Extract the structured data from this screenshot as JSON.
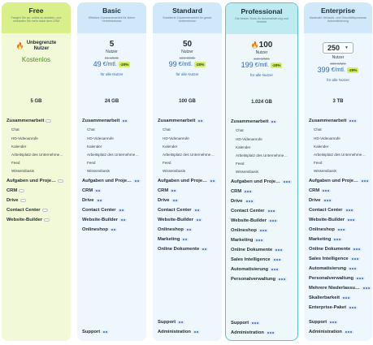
{
  "plans": {
    "free": {
      "title": "Free",
      "description": "Fangen Sie an, online zu arbeiten, und verkaufen Sie mehr dank dem CRM",
      "users_line1": "Unbegrenzte",
      "users_line2": "Nutzer",
      "price_label": "Kostenlos",
      "storage": "5 GB",
      "features": {
        "collaboration": "Zusammenarbeit",
        "chat": "Chat",
        "video": "HD-Videoanrufe",
        "calendar": "Kalender",
        "workspace": "Arbeitsplatz des Unternehme…",
        "feed": "Feed",
        "knowledge": "Wissensbasis",
        "tasks": "Aufgaben und Proje…",
        "crm": "CRM",
        "drive": "Drive",
        "contact_center": "Contact Center",
        "site_builder": "Website-Builder"
      }
    },
    "basic": {
      "title": "Basic",
      "description": "Effektive Zusammenarbeit für kleine Vertriebsteams",
      "users_count": "5",
      "users_label": "Nutzer",
      "old_price": "61 €/Mtl.",
      "price": "49",
      "price_unit": "€/mtl.",
      "discount": "-20%",
      "per_user": "für alle Nutzer",
      "storage": "24 GB",
      "features": {
        "collaboration": "Zusammenarbeit",
        "chat": "Chat",
        "video": "HD-Videoanrufe",
        "calendar": "Kalender",
        "workspace": "Arbeitsplatz des Unternehme…",
        "feed": "Feed",
        "knowledge": "Wissensbasis",
        "tasks": "Aufgaben und Proje…",
        "crm": "CRM",
        "drive": "Drive",
        "contact_center": "Contact Center",
        "site_builder": "Website-Builder",
        "online_shop": "Onlineshop",
        "support": "Support"
      }
    },
    "standard": {
      "title": "Standard",
      "description": "Erweiterte Zusammenarbeit für ganze Unternehmen",
      "users_count": "50",
      "users_label": "Nutzer",
      "old_price": "124 €/Mtl.",
      "price": "99",
      "price_unit": "€/mtl.",
      "discount": "-20%",
      "per_user": "für alle Nutzer",
      "storage": "100 GB",
      "features": {
        "collaboration": "Zusammenarbeit",
        "chat": "Chat",
        "video": "HD-Videoanrufe",
        "calendar": "Kalender",
        "workspace": "Arbeitsplatz des Unternehme…",
        "feed": "Feed",
        "knowledge": "Wissensbasis",
        "tasks": "Aufgaben und Proje…",
        "crm": "CRM",
        "drive": "Drive",
        "contact_center": "Contact Center",
        "site_builder": "Website-Builder",
        "online_shop": "Onlineshop",
        "marketing": "Marketing",
        "documents": "Online Dokumente",
        "support": "Support",
        "administration": "Administration"
      }
    },
    "professional": {
      "title": "Professional",
      "description": "Die besten Tools für Automatisierung und Vertrieb",
      "users_count": "100",
      "users_label": "Nutzer",
      "old_price": "249 €/Mtl.",
      "price": "199",
      "price_unit": "€/mtl.",
      "discount": "-20%",
      "per_user": "für alle Nutzer",
      "storage": "1.024 GB",
      "features": {
        "collaboration": "Zusammenarbeit",
        "chat": "Chat",
        "video": "HD-Videoanrufe",
        "calendar": "Kalender",
        "workspace": "Arbeitsplatz des Unternehme…",
        "feed": "Feed",
        "knowledge": "Wissensbasis",
        "tasks": "Aufgaben und Proje…",
        "crm": "CRM",
        "drive": "Drive",
        "contact_center": "Contact Center",
        "site_builder": "Website-Builder",
        "online_shop": "Onlineshop",
        "marketing": "Marketing",
        "documents": "Online Dokumente",
        "sales_intelligence": "Sales Intelligence",
        "automation": "Automatisierung",
        "hr": "Personalverwaltung",
        "support": "Support",
        "administration": "Administration"
      }
    },
    "enterprise": {
      "title": "Enterprise",
      "description": "Maximale Verkaufs- und Geschäftsprozesse Automatisierung",
      "users_count": "250",
      "users_label": "Nutzer",
      "old_price": "499 €/Mtl.",
      "price": "399",
      "price_unit": "€/mtl.",
      "discount": "-20%",
      "per_user": "für alle Nutzer",
      "storage": "3 TB",
      "features": {
        "collaboration": "Zusammenarbeit",
        "chat": "Chat",
        "video": "HD-Videoanrufe",
        "calendar": "Kalender",
        "workspace": "Arbeitsplatz des Unternehme…",
        "feed": "Feed",
        "knowledge": "Wissensbasis",
        "tasks": "Aufgaben und Proje…",
        "crm": "CRM",
        "drive": "Drive",
        "contact_center": "Contact Center",
        "site_builder": "Website-Builder",
        "online_shop": "Onlineshop",
        "marketing": "Marketing",
        "documents": "Online Dokumente",
        "sales_intelligence": "Sales Intelligence",
        "automation": "Automatisierung",
        "hr": "Personalverwaltung",
        "branches": "Mehrere Niederlassu…",
        "scalability": "Skalierbarkeit",
        "enterprise_pack": "Enterprise-Paket",
        "support": "Support",
        "administration": "Administration"
      }
    }
  },
  "colors": {
    "free_head": "#d9f08a",
    "plan_head": "#cfe9fb",
    "pro_border": "#4cc7d0",
    "price_blue": "#2f66b3",
    "discount_bg": "#d2f060",
    "dot": "#2e73c9"
  },
  "icons": {
    "flame": "flame-icon",
    "chevron": "chevron-down-icon"
  }
}
